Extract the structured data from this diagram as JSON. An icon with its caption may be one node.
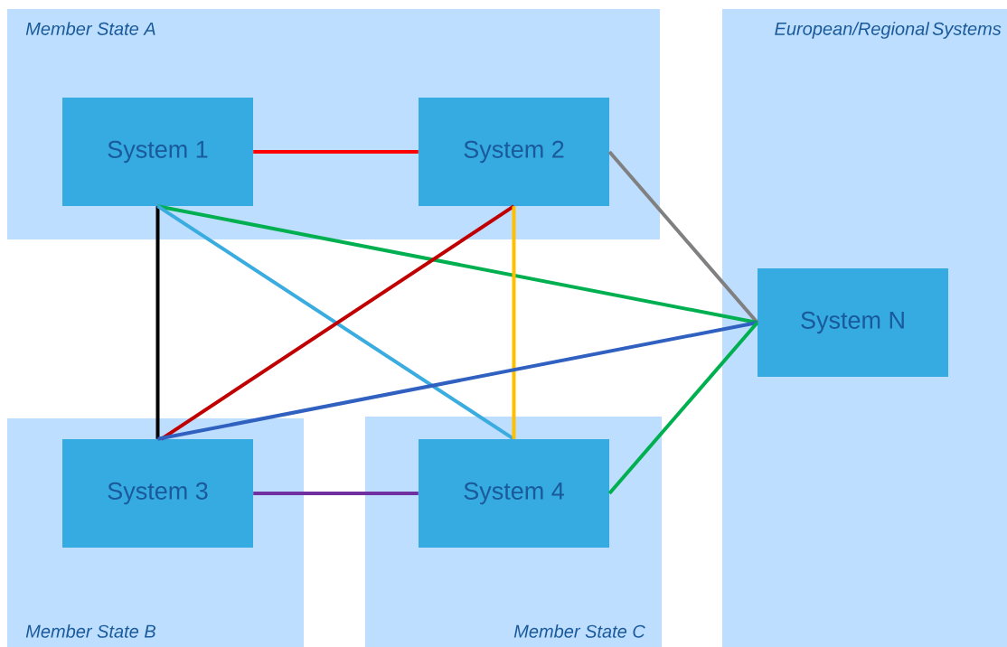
{
  "diagram": {
    "nodes": [
      {
        "text": [
          "Member State A"
        ]
      },
      {
        "text": [
          "System 1"
        ],
        "in": 0
      },
      {
        "text": [
          "System 2"
        ],
        "in": 0
      },
      {
        "text": [
          "European/Regional Systems"
        ]
      },
      {
        "text": [
          "System N"
        ],
        "in": 3
      },
      {
        "text": [
          "Member State B"
        ]
      },
      {
        "text": [
          "System 3"
        ],
        "in": 5
      },
      {
        "text": [
          "Member State C"
        ]
      },
      {
        "text": [
          "System 4"
        ],
        "in": 7
      }
    ],
    "edges": [
      {
        "from": 1,
        "to": 2,
        "arrow": "none",
        "color": "#ff0000"
      },
      {
        "from": 2,
        "to": 4,
        "arrow": "none",
        "color": "#808080"
      },
      {
        "from": 1,
        "to": 6,
        "arrow": "none",
        "color": "#000000"
      },
      {
        "from": 1,
        "to": 4,
        "arrow": "none",
        "color": "#00b050"
      },
      {
        "from": 1,
        "to": 8,
        "arrow": "none",
        "color": "#3aace0"
      },
      {
        "from": 2,
        "to": 6,
        "arrow": "none",
        "color": "#c00000"
      },
      {
        "from": 2,
        "to": 8,
        "arrow": "none",
        "color": "#ffc000"
      },
      {
        "from": 6,
        "to": 4,
        "arrow": "none",
        "color": "#3060c0"
      },
      {
        "from": 6,
        "to": 8,
        "arrow": "none",
        "color": "#7030a0"
      },
      {
        "from": 8,
        "to": 4,
        "arrow": "none",
        "color": "#00b050"
      }
    ]
  }
}
